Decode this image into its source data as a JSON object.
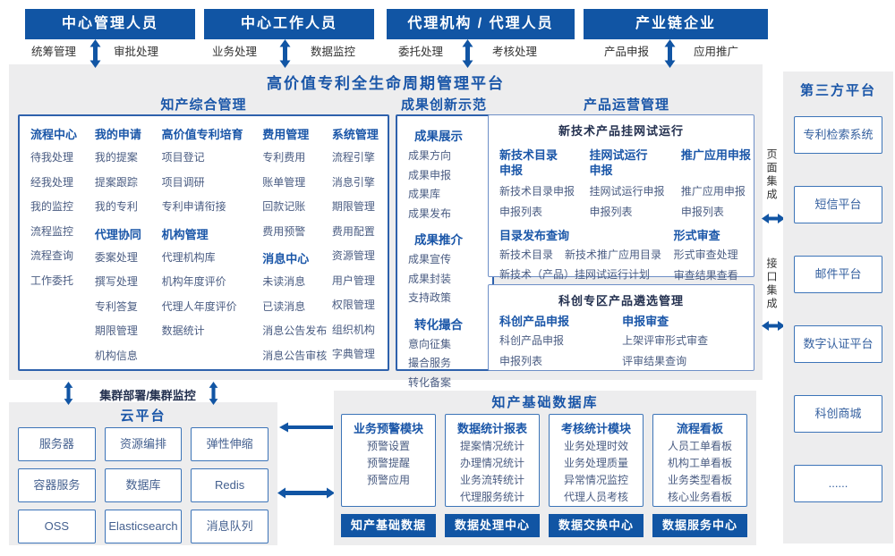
{
  "roles": [
    {
      "title": "中心管理人员",
      "left": "统筹管理",
      "right": "审批处理"
    },
    {
      "title": "中心工作人员",
      "left": "业务处理",
      "right": "数据监控"
    },
    {
      "title": "代理机构 / 代理人员",
      "left": "委托处理",
      "right": "考核处理"
    },
    {
      "title": "产业链企业",
      "left": "产品申报",
      "right": "应用推广"
    }
  ],
  "platform": {
    "title": "高价值专利全生命周期管理平台",
    "ip": {
      "title": "知产综合管理",
      "col1": {
        "h1": "流程中心",
        "items1": [
          "待我处理",
          "经我处理",
          "我的监控",
          "流程监控",
          "流程查询",
          "工作委托"
        ]
      },
      "col2": {
        "h1": "我的申请",
        "items1": [
          "我的提案",
          "提案跟踪",
          "我的专利"
        ],
        "h2": "代理协同",
        "items2": [
          "委案处理",
          "撰写处理",
          "专利答复",
          "期限管理",
          "机构信息"
        ]
      },
      "col3": {
        "h1": "高价值专利培育",
        "items1": [
          "项目登记",
          "项目调研",
          "专利申请衔接"
        ],
        "h2": "机构管理",
        "items2": [
          "代理机构库",
          "机构年度评价",
          "代理人年度评价",
          "数据统计"
        ]
      },
      "col4": {
        "h1": "费用管理",
        "items1": [
          "专利费用",
          "账单管理",
          "回款记账",
          "费用预警"
        ],
        "h2": "消息中心",
        "items2": [
          "未读消息",
          "已读消息",
          "消息公告发布",
          "消息公告审核"
        ]
      },
      "col5": {
        "h1": "系统管理",
        "items1": [
          "流程引擎",
          "消息引擎",
          "期限管理",
          "费用配置",
          "资源管理",
          "用户管理",
          "权限管理",
          "组织机构",
          "字典管理"
        ]
      }
    },
    "achievement": {
      "title": "成果创新示范",
      "s1": {
        "h": "成果展示",
        "items": [
          "成果方向",
          "成果申报",
          "成果库",
          "成果发布"
        ]
      },
      "s2": {
        "h": "成果推介",
        "items": [
          "成果宣传",
          "成果封装",
          "支持政策"
        ]
      },
      "s3": {
        "h": "转化撮合",
        "items": [
          "意向征集",
          "撮合服务",
          "转化备案"
        ]
      }
    },
    "product_ops": {
      "title": "产品运营管理",
      "trial": {
        "title": "新技术产品挂网试运行",
        "c1": {
          "h": "新技术目录申报",
          "items": [
            "新技术目录申报",
            "申报列表"
          ]
        },
        "c2": {
          "h": "挂网试运行申报",
          "items": [
            "挂网试运行申报",
            "申报列表"
          ]
        },
        "c3": {
          "h": "推广应用申报",
          "items": [
            "推广应用申报",
            "申报列表"
          ]
        },
        "catalog": {
          "h": "目录发布查询",
          "items": [
            "新技术目录",
            "新技术推广应用目录",
            "新技术（产品）挂网试运行计划"
          ]
        },
        "formal": {
          "h": "形式审查",
          "items": [
            "形式审查处理",
            "审查结果查看"
          ]
        }
      },
      "sci": {
        "title": "科创专区产品遴选管理",
        "c1": {
          "h": "科创产品申报",
          "items": [
            "科创产品申报",
            "申报列表"
          ]
        },
        "c2": {
          "h": "申报审查",
          "items": [
            "上架评审形式审查",
            "评审结果查询"
          ]
        }
      }
    }
  },
  "cluster_label": "集群部署/集群监控",
  "cloud": {
    "title": "云平台",
    "cells": [
      "服务器",
      "资源编排",
      "弹性伸缩",
      "容器服务",
      "数据库",
      "Redis",
      "OSS",
      "Elasticsearch",
      "消息队列"
    ]
  },
  "db": {
    "title": "知产基础数据库",
    "m1": {
      "h": "业务预警模块",
      "items": [
        "预警设置",
        "预警提醒",
        "预警应用"
      ]
    },
    "m2": {
      "h": "数据统计报表",
      "items": [
        "提案情况统计",
        "办理情况统计",
        "业务流转统计",
        "代理服务统计"
      ]
    },
    "m3": {
      "h": "考核统计模块",
      "items": [
        "业务处理时效",
        "业务处理质量",
        "异常情况监控",
        "代理人员考核"
      ]
    },
    "m4": {
      "h": "流程看板",
      "items": [
        "人员工单看板",
        "机构工单看板",
        "业务类型看板",
        "核心业务看板"
      ]
    },
    "centers": [
      "知产基础数据",
      "数据处理中心",
      "数据交换中心",
      "数据服务中心"
    ]
  },
  "third_party": {
    "title": "第三方平台",
    "boxes": [
      "专利检索系统",
      "短信平台",
      "邮件平台",
      "数字认证平台",
      "科创商城",
      "......"
    ]
  },
  "integration": {
    "page": "页面集成",
    "api": "接口集成"
  },
  "colors": {
    "primary": "#1155a4",
    "header_blue": "#1a56a8",
    "item_text": "#4a5c82",
    "panel_bg": "#ededee",
    "dark_title": "#23304f"
  }
}
